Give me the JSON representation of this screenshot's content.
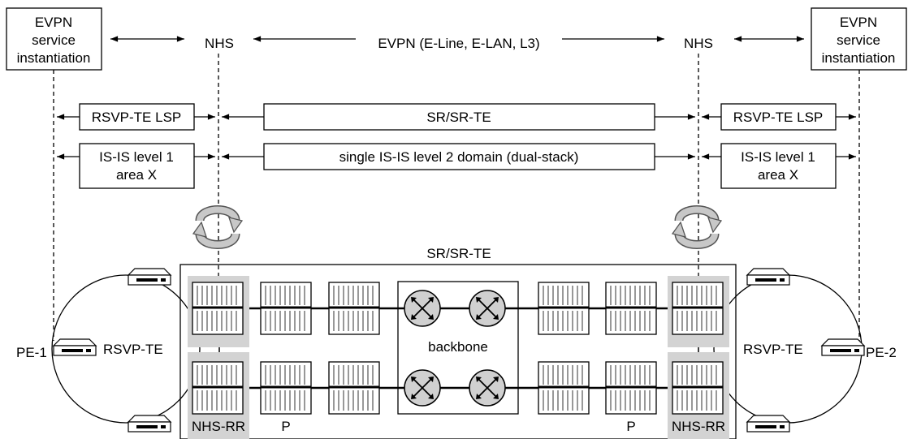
{
  "labels": {
    "evpn_service_left": [
      "EVPN",
      "service",
      "instantiation"
    ],
    "evpn_service_right": [
      "EVPN",
      "service",
      "instantiation"
    ],
    "nhs_left": "NHS",
    "nhs_right": "NHS",
    "evpn_types": "EVPN (E-Line, E-LAN, L3)",
    "rsvp_te_lsp_left": "RSVP-TE LSP",
    "rsvp_te_lsp_right": "RSVP-TE LSP",
    "sr_sr_te_bar": "SR/SR-TE",
    "isis_l1_left": [
      "IS-IS level 1",
      "area X"
    ],
    "isis_l1_right": [
      "IS-IS level 1",
      "area X"
    ],
    "isis_l2": "single IS-IS level 2 domain (dual-stack)",
    "sr_sr_te_domain": "SR/SR-TE",
    "backbone": "backbone",
    "rsvp_te_left": "RSVP-TE",
    "rsvp_te_right": "RSVP-TE",
    "pe1": "PE-1",
    "pe2": "PE-2",
    "nhs_rr_left": "NHS-RR",
    "nhs_rr_right": "NHS-RR",
    "p_left": "P",
    "p_right": "P"
  },
  "colors": {
    "line": "#000000",
    "router_highlight": "#d3d3d3",
    "box_fill": "#ffffff"
  },
  "icons": {
    "router": "router-chassis-icon",
    "backbone_router": "crossed-arrows-router-icon",
    "pe_device": "flat-pe-router-icon",
    "rotation": "curved-rotation-arrows-icon"
  }
}
